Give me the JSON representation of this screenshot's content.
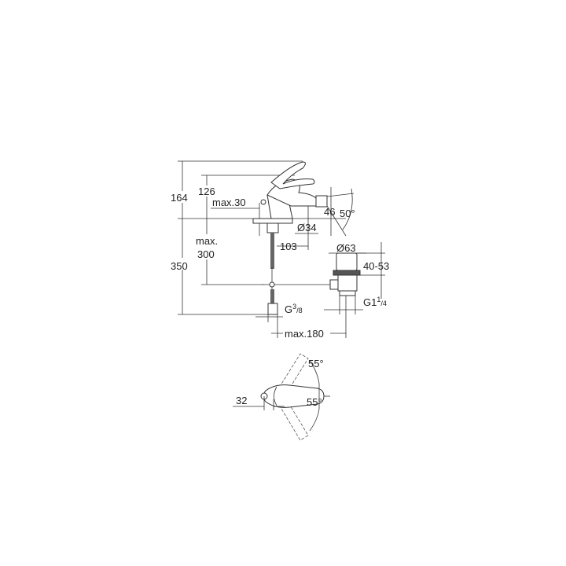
{
  "side_view": {
    "dim_164": "164",
    "dim_126": "126",
    "dim_max30": "max.30",
    "dim_350": "350",
    "dim_max300_line1": "max.",
    "dim_max300_line2": "300",
    "dim_34": "Ø34",
    "dim_103": "103",
    "dim_46": "46",
    "dim_50deg": "50°",
    "dim_63": "Ø63",
    "dim_40_53": "40-53",
    "dim_g38": "G",
    "dim_g38_sup": "3",
    "dim_g38_sub": "/8",
    "dim_g114": "G1",
    "dim_g114_sup": "1",
    "dim_g114_sub": "/4",
    "dim_max180": "max.180"
  },
  "top_view": {
    "dim_32": "32",
    "dim_55_top": "55°",
    "dim_55_bottom": "55°"
  },
  "colors": {
    "line": "#333333",
    "background": "#ffffff"
  }
}
